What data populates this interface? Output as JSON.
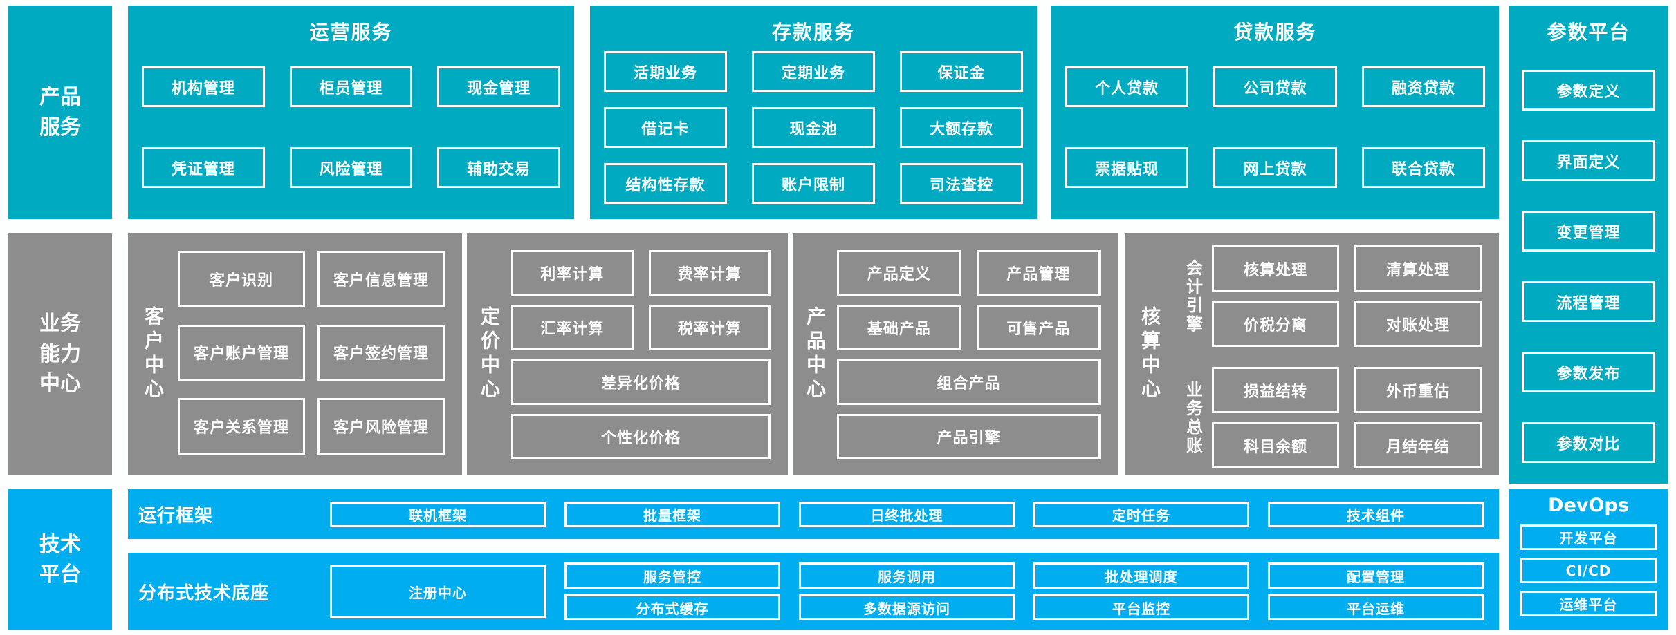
{
  "colors": {
    "teal": "#00ABC2",
    "gray": "#8D8D8D",
    "blue": "#00AEEF",
    "gap_white": "#FDFFFF"
  },
  "product_services": {
    "sidebar": "产品服务",
    "operations": {
      "title": "运营服务",
      "boxes": [
        "机构管理",
        "柜员管理",
        "现金管理",
        "凭证管理",
        "风险管理",
        "辅助交易"
      ]
    },
    "deposit": {
      "title": "存款服务",
      "boxes": [
        "活期业务",
        "定期业务",
        "保证金",
        "借记卡",
        "现金池",
        "大额存款",
        "结构性存款",
        "账户限制",
        "司法查控"
      ]
    },
    "loan": {
      "title": "贷款服务",
      "boxes": [
        "个人贷款",
        "公司贷款",
        "融资贷款",
        "票据贴现",
        "网上贷款",
        "联合贷款"
      ]
    }
  },
  "parameter_platform": {
    "title": "参数平台",
    "boxes": [
      "参数定义",
      "界面定义",
      "变更管理",
      "流程管理",
      "参数发布",
      "参数对比"
    ]
  },
  "business_center": {
    "sidebar": "业务能力中心",
    "customer": {
      "label": "客户中心",
      "boxes": [
        "客户识别",
        "客户信息管理",
        "客户账户管理",
        "客户签约管理",
        "客户关系管理",
        "客户风险管理"
      ]
    },
    "pricing": {
      "label": "定价中心",
      "boxes": [
        "利率计算",
        "费率计算",
        "汇率计算",
        "税率计算"
      ],
      "wide_boxes": [
        "差异化价格",
        "个性化价格"
      ]
    },
    "product": {
      "label": "产品中心",
      "boxes": [
        "产品定义",
        "产品管理",
        "基础产品",
        "可售产品"
      ],
      "wide_boxes": [
        "组合产品",
        "产品引擎"
      ]
    },
    "accounting": {
      "label": "核算中心",
      "groups": [
        {
          "label": "会计引擎",
          "boxes": [
            "核算处理",
            "清算处理",
            "价税分离",
            "对账处理"
          ]
        },
        {
          "label": "业务总账",
          "boxes": [
            "损益结转",
            "外币重估",
            "科目余额",
            "月结年结"
          ]
        }
      ]
    }
  },
  "technology_platform": {
    "sidebar": "技术平台",
    "runtime": {
      "label": "运行框架",
      "boxes": [
        "联机框架",
        "批量框架",
        "日终批处理",
        "定时任务",
        "技术组件"
      ]
    },
    "distributed": {
      "label": "分布式技术底座",
      "registry": "注册中心",
      "columns": [
        [
          "服务管控",
          "分布式缓存"
        ],
        [
          "服务调用",
          "多数据源访问"
        ],
        [
          "批处理调度",
          "平台监控"
        ],
        [
          "配置管理",
          "平台运维"
        ]
      ]
    },
    "devops": {
      "title": "DevOps",
      "boxes": [
        "开发平台",
        "CI/CD",
        "运维平台"
      ]
    }
  }
}
